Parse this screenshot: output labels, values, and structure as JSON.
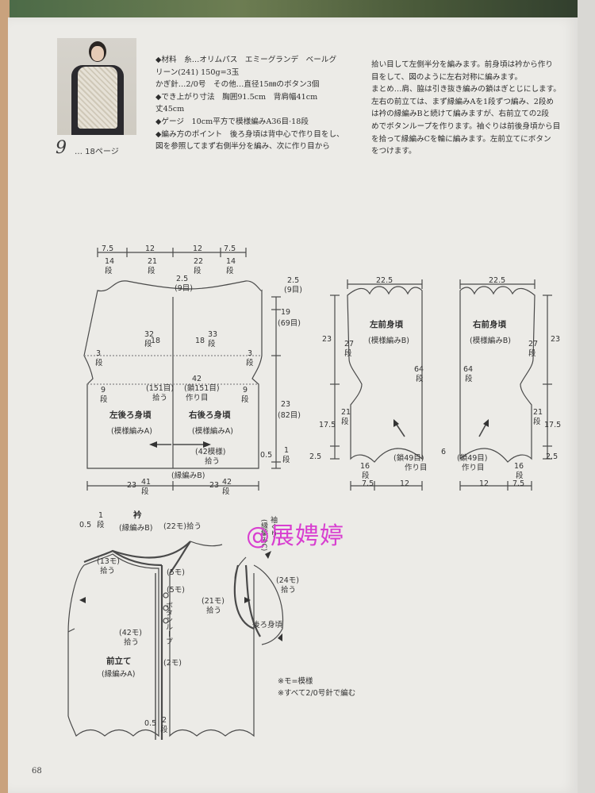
{
  "figure": {
    "number": "9",
    "ref": "… 18ページ"
  },
  "instructions": {
    "left": [
      "◆材料　糸…オリムパス　エミーグランデ　ベールグ",
      "リーン(241) 150g=3玉",
      "かぎ針…2/0号　その他…直径15㎜のボタン3個",
      "◆でき上がり寸法　胸囲91.5cm　背肩幅41cm",
      "丈45cm",
      "◆ゲージ　10cm平方で模様編みA36目·18段",
      "◆編み方のポイント　後ろ身頃は背中心で作り目をし、",
      "図を参照してまず右側半分を編み、次に作り目から"
    ],
    "right": [
      "拾い目して左側半分を編みます。前身頃は衿から作り",
      "目をして、図のように左右対称に編みます。",
      "まとめ…肩、脇は引き抜き編みの鎖はぎとじにします。",
      "左右の前立ては、まず縁編みAを1段ずつ編み、2段め",
      "は衿の縁編みBと続けて編みますが、右前立ての2段",
      "めでボタンループを作ります。袖ぐりは前後身頃から目",
      "を拾って縁編みCを輪に編みます。左前立てにボタン",
      "をつけます。"
    ]
  },
  "back": {
    "top_widths": [
      "7.5",
      "12",
      "12",
      "7.5"
    ],
    "top_rows": [
      "14",
      "21",
      "22",
      "14"
    ],
    "neck": [
      "2.5",
      "(9目)"
    ],
    "center": [
      "42",
      "(鎖151目)",
      "作り目"
    ],
    "pickup": [
      "(151目)",
      "拾う"
    ],
    "left_title": "左後ろ身頃",
    "right_title": "右後ろ身頃",
    "left_pattern": "(模様編みA)",
    "right_pattern": "(模様編みA)",
    "width18_left": "18",
    "width18_right": "18",
    "rows_32": "32",
    "rows_33": "33",
    "side_3": "3",
    "side_9": "9",
    "pattern42": "(42模様)",
    "pickup2": "拾う",
    "edge": "(縁編みB)",
    "bottom": [
      "23",
      "41",
      "23",
      "42"
    ],
    "right_dims": [
      "2.5",
      "(9目)",
      "19",
      "(69目)",
      "23",
      "(82目)",
      "0.5",
      "1",
      "段"
    ],
    "unit": "段"
  },
  "front_left": {
    "title": "左前身頃",
    "pattern": "(模様編みB)",
    "width": "22.5",
    "dims": [
      "23",
      "27",
      "64",
      "17.5",
      "21",
      "2.5",
      "16"
    ],
    "chain": [
      "(鎖49目)",
      "作り目"
    ],
    "bottom": [
      "7.5",
      "12"
    ]
  },
  "front_right": {
    "title": "右前身頃",
    "pattern": "(模様編みB)",
    "width": "22.5",
    "dims": [
      "23",
      "27",
      "64",
      "17.5",
      "21",
      "2.5",
      "6",
      "16"
    ],
    "chain": [
      "(鎖49目)",
      "作り目"
    ],
    "bottom": [
      "12",
      "7.5"
    ]
  },
  "assembly": {
    "collar": "衿",
    "collar_edge": "(縁編みB)",
    "top_left": [
      "0.5",
      "1",
      "段"
    ],
    "collar_pick": "(22モ)拾う",
    "m13": "(13モ)",
    "m5a": "(5モ)",
    "m5b": "(5モ)",
    "m42": "(42モ)",
    "pick": "拾う",
    "button_loop": "ボタンループ",
    "m2": "(2モ)",
    "placket": "前立て",
    "placket_edge": "(縁編みA)",
    "bottom": [
      "0.5",
      "2",
      "段"
    ],
    "sleeve": "袖ぐり",
    "sleeve_edge": "(縁編みC)",
    "m24": "(24モ)",
    "m21": "(21モ)",
    "back_body": "後ろ身頃",
    "notes": [
      "※モ=模様",
      "※すべて2/0号針で編む"
    ]
  },
  "watermark": "@展娉婷",
  "page_number": "68"
}
